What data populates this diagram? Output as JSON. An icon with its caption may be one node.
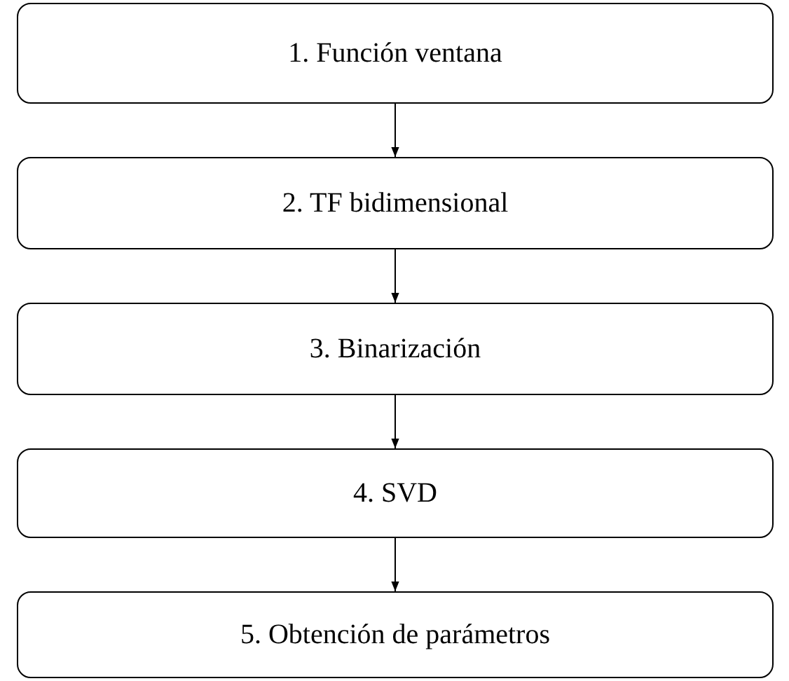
{
  "diagram": {
    "nodes": [
      {
        "text": [
          "1. Función ventana"
        ]
      },
      {
        "text": [
          "2. TF bidimensional"
        ]
      },
      {
        "text": [
          "3. Binarización"
        ]
      },
      {
        "text": [
          "4. SVD"
        ]
      },
      {
        "text": [
          "5. Obtención de parámetros"
        ]
      }
    ],
    "edges": [
      {
        "from": 0,
        "to": 1,
        "arrow": "to"
      },
      {
        "from": 1,
        "to": 2,
        "arrow": "to"
      },
      {
        "from": 2,
        "to": 3,
        "arrow": "to"
      },
      {
        "from": 3,
        "to": 4,
        "arrow": "to"
      }
    ]
  }
}
